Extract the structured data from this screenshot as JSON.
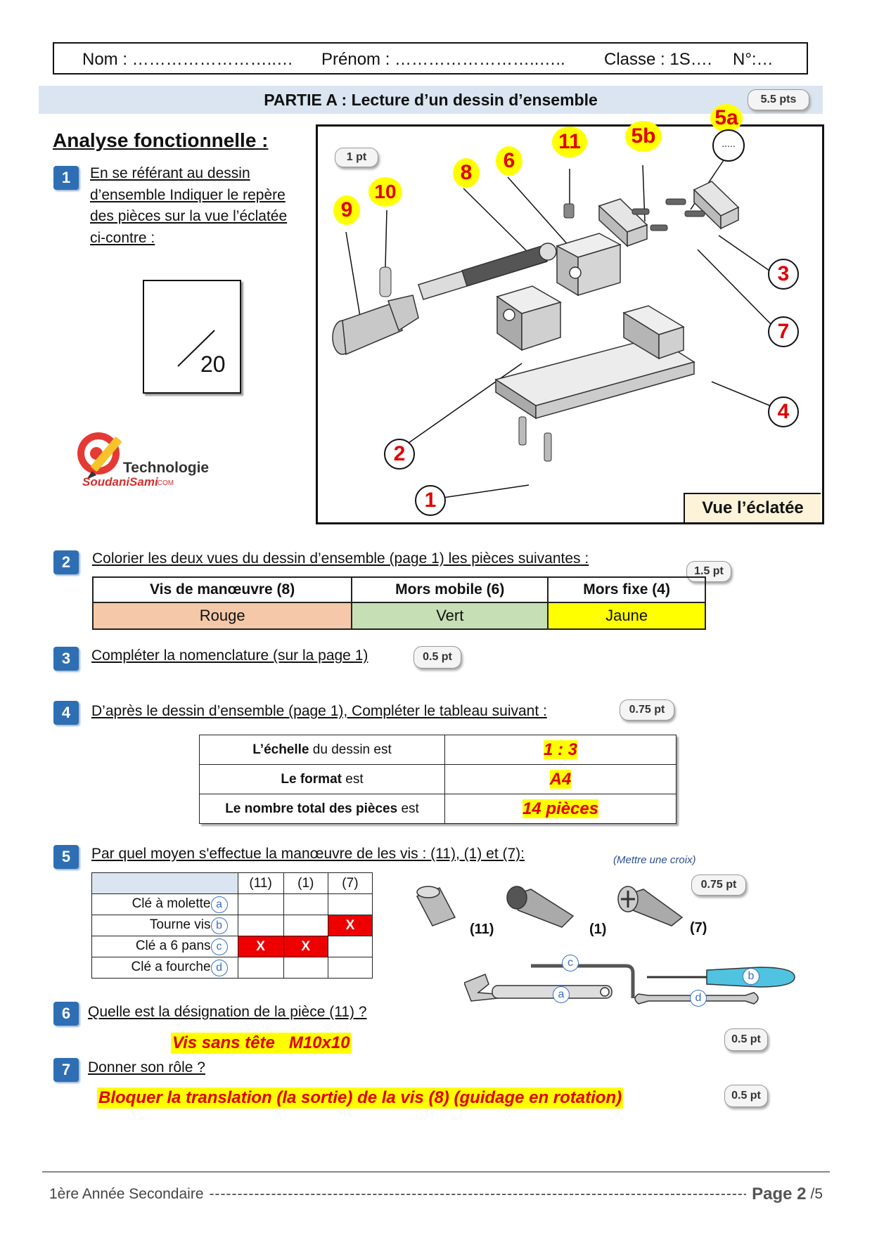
{
  "header": {
    "nom": "Nom : ……………………..…",
    "prenom": "Prénom : ……………………..…..",
    "classe": "Classe : 1S….",
    "numero": "N°:…"
  },
  "partie": {
    "title": "PARTIE A : Lecture d’un dessin d’ensemble",
    "points": "5.5 pts"
  },
  "section": {
    "title": "Analyse fonctionnelle :"
  },
  "q1": {
    "num": "1",
    "lines": [
      "En se référant au dessin",
      "d’ensemble Indiquer le repère",
      "des pièces sur la vue l’éclatée",
      "ci-contre :"
    ],
    "points": "1 pt",
    "score_box": "20",
    "logo": {
      "line1": "Technologie",
      "line2": "SoudaniSami",
      "suffix": ".COM"
    }
  },
  "exploded_view": {
    "caption": "Vue l’éclatée",
    "labels_yellow": [
      "9",
      "10",
      "8",
      "6",
      "11",
      "5b",
      "5a"
    ],
    "labels_circle": [
      "3",
      "7",
      "4",
      "2",
      "1"
    ],
    "dots": "....."
  },
  "q2": {
    "num": "2",
    "text": "Colorier les deux vues du dessin d’ensemble (page 1) les pièces suivantes :",
    "points": "1.5 pt",
    "headers": [
      "Vis de manœuvre (8)",
      "Mors mobile (6)",
      "Mors fixe  (4)"
    ],
    "values": [
      "Rouge",
      "Vert",
      "Jaune"
    ],
    "colors": [
      "#f4c8a8",
      "#c6dfb5",
      "#ffff00"
    ]
  },
  "q3": {
    "num": "3",
    "text": "Compléter la nomenclature (sur la page 1)",
    "points": "0.5 pt"
  },
  "q4": {
    "num": "4",
    "text": "D’après le dessin d’ensemble (page 1), Compléter le tableau suivant :",
    "points": "0.75 pt",
    "rows": [
      {
        "bold": "L’échelle",
        "rest": " du dessin est",
        "answer": "1 : 3"
      },
      {
        "bold": "Le format",
        "rest": " est",
        "answer": "A4"
      },
      {
        "bold": "Le nombre total des pièces",
        "rest": " est",
        "answer": "14 pièces"
      }
    ]
  },
  "q5": {
    "num": "5",
    "text": "Par quel moyen s'effectue la manœuvre de les vis : (11), (1) et (7):",
    "hint": "(Mettre une croix)",
    "points": "0.75 pt",
    "columns": [
      "(11)",
      "(1)",
      "(7)"
    ],
    "rows": [
      {
        "label": "Clé à molette",
        "letter": "a",
        "marks": [
          "",
          "",
          ""
        ]
      },
      {
        "label": "Tourne vis",
        "letter": "b",
        "marks": [
          "",
          "",
          "X"
        ]
      },
      {
        "label": "Clé a 6 pans",
        "letter": "c",
        "marks": [
          "X",
          "X",
          ""
        ]
      },
      {
        "label": "Clé a fourche",
        "letter": "d",
        "marks": [
          "",
          "",
          ""
        ]
      }
    ],
    "screw_labels": [
      "(11)",
      "(1)",
      "(7)"
    ],
    "tool_labels": [
      "c",
      "a",
      "b",
      "d"
    ]
  },
  "q6": {
    "num": "6",
    "text": "Quelle est la désignation de la pièce (11) ?",
    "answer": "Vis sans tête   M10x10",
    "points": "0.5 pt"
  },
  "q7": {
    "num": "7",
    "text": "Donner son rôle ?",
    "answer": "Bloquer la translation (la sortie) de la vis (8) (guidage en rotation)",
    "points": "0.5 pt"
  },
  "footer": {
    "left": "1ère Année Secondaire",
    "page_label": "Page 2",
    "page_total": "/5"
  }
}
